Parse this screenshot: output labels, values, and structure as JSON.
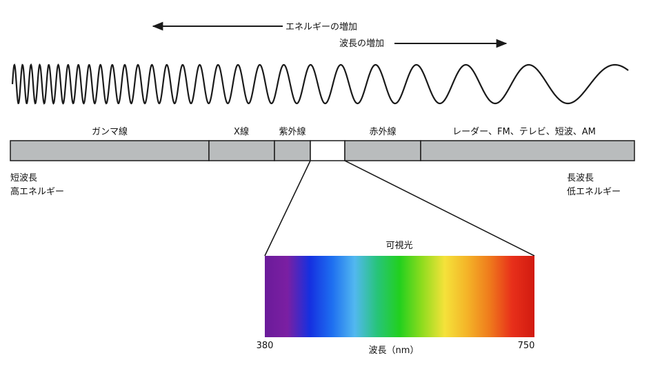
{
  "energy_arrow_label": "エネルギーの増加",
  "wavelength_arrow_label": "波長の増加",
  "bands": [
    {
      "label": "ガンマ線"
    },
    {
      "label": "X線"
    },
    {
      "label": "紫外線"
    },
    {
      "label": "",
      "highlight": true
    },
    {
      "label": "赤外線"
    },
    {
      "label": "レーダー、FM、テレビ、短波、AM"
    }
  ],
  "left_end": {
    "line1": "短波長",
    "line2": "高エネルギー"
  },
  "right_end": {
    "line1": "長波長",
    "line2": "低エネルギー"
  },
  "visible": {
    "title": "可視光",
    "min_nm": "380",
    "max_nm": "750",
    "axis_label": "波長（nm）"
  },
  "colors": {
    "line": "#1a1a1a",
    "band_fill": "#b9bcbd",
    "visible_box_fill": "#ffffff",
    "spectrum": [
      "#6a1b9a",
      "#7b1fa2",
      "#1530e0",
      "#1e6ff0",
      "#52b8f0",
      "#27c47a",
      "#22d01e",
      "#8fdc1e",
      "#f5e23a",
      "#f4b428",
      "#ef7b1c",
      "#e8301a",
      "#d11a10"
    ]
  }
}
